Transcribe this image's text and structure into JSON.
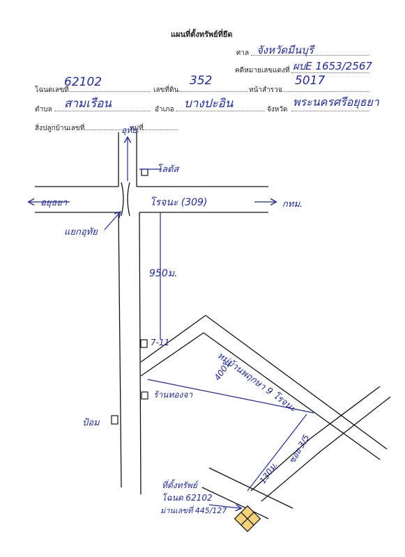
{
  "title": "แผนที่ตั้งทรัพย์ที่ยึด",
  "court": {
    "label": "ศาล",
    "value": "จังหวัดมีนบุรี"
  },
  "case": {
    "label": "คดีหมายเลขแดงที่",
    "value": "ผบE 1653/2567"
  },
  "deed": {
    "label": "โฉนดเลขที่",
    "value": "62102"
  },
  "land_no": {
    "label": "เลขที่ดิน",
    "value": "352"
  },
  "survey": {
    "label": "หน้าสำรวจ",
    "value": "5017"
  },
  "subdistrict": {
    "label": "ตำบล",
    "value": "สามเรือน"
  },
  "district": {
    "label": "อำเภอ",
    "value": "บางปะอิน"
  },
  "province": {
    "label": "จังหวัด",
    "value": "พระนครศรีอยุธยา"
  },
  "building": {
    "label": "สิ่งปลูกบ้านเลขที่",
    "moo_label": "หมู่ที่"
  },
  "map": {
    "north_road": "อุทัย",
    "lotus": "โลตัส",
    "ayutthaya": "อยุธยา",
    "road_309": "โรจนะ (309)",
    "bkk": "กทม.",
    "uthai_turn": "แยกอุทัย",
    "dist_950": "950ม.",
    "seven_eleven": "7-11",
    "village": "หมู่บ้านพฤกษา 9 โรจนะ",
    "dist_400": "400ม.",
    "gold_shop": "ร้านทองจา",
    "checkpoint": "ป้อม",
    "dist_130": "130ม.",
    "soi": "ซอย 3/5",
    "property_note_1": "ที่ตั้งทรัพย์",
    "property_note_2": "โฉนด 62102",
    "property_note_3": "ม่านเลขที่ 445/127"
  },
  "colors": {
    "ink": "#1f2a9b",
    "marker": "#f3d27a"
  }
}
